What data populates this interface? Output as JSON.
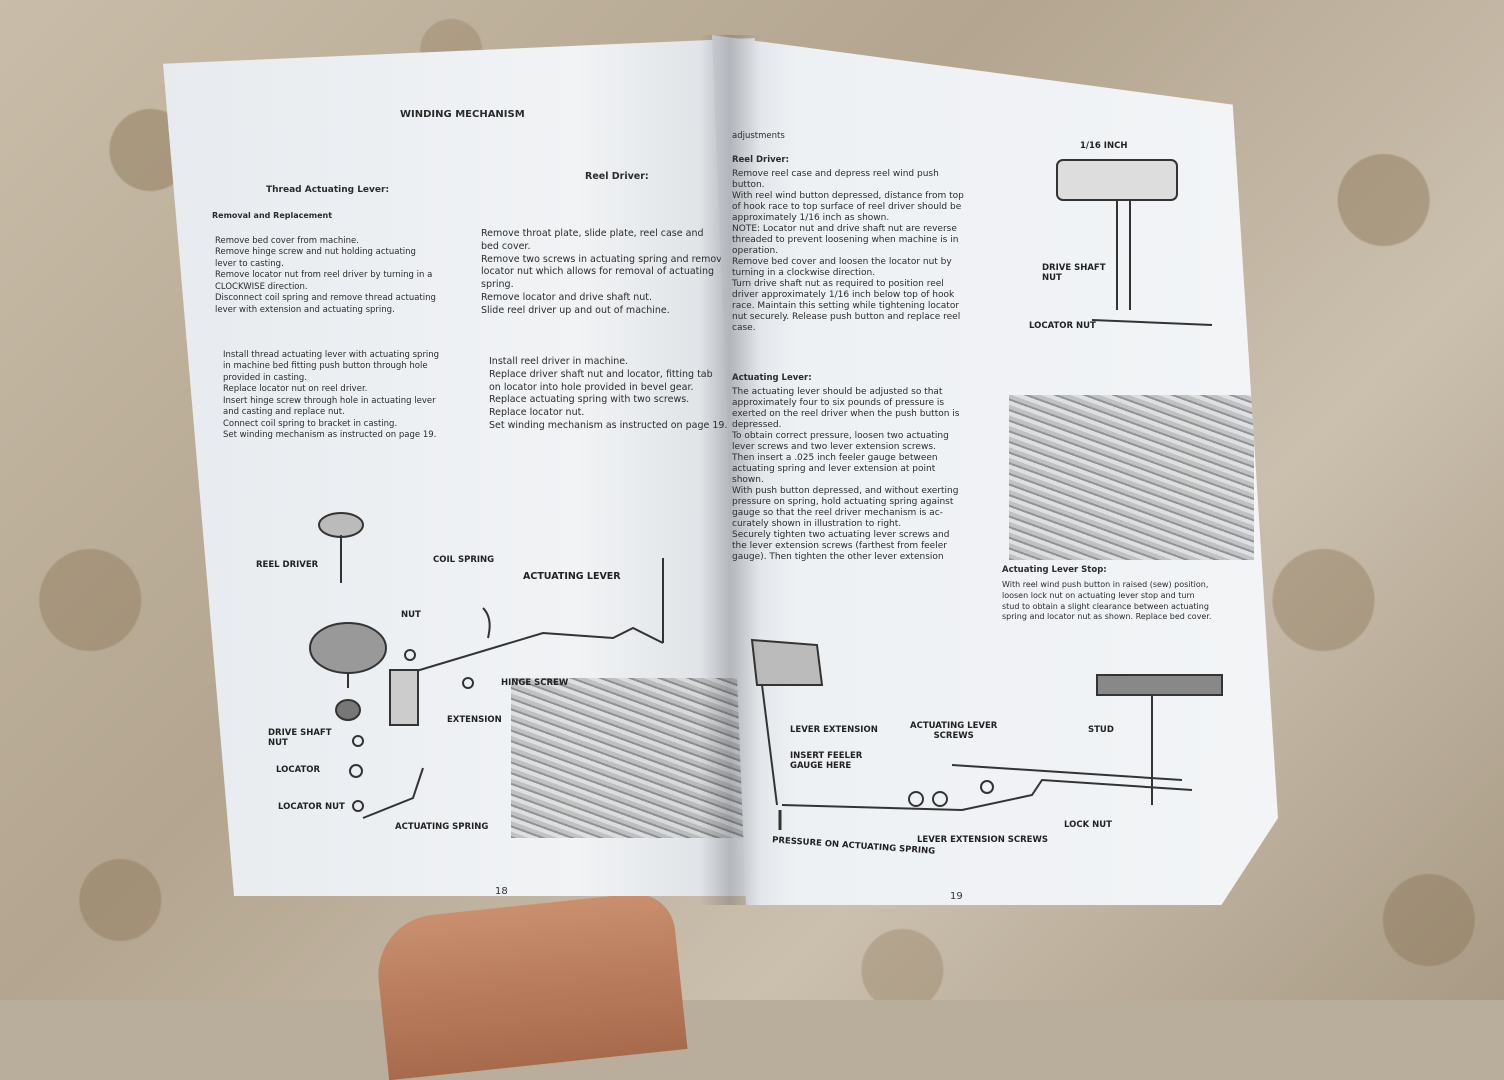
{
  "left_page": {
    "title": "WINDING MECHANISM",
    "col1_heading": "Thread Actuating Lever:",
    "col1_subheading": "Removal and Replacement",
    "col1_removal": "Remove bed cover from machine.\nRemove hinge screw and nut holding actuating\nlever to casting.\nRemove locator nut from reel driver by turning in a\nCLOCKWISE direction.\nDisconnect coil spring and remove thread actuating\nlever with extension and actuating spring.",
    "col1_install": "Install thread actuating lever with actuating spring\nin machine bed fitting push button through hole\nprovided in casting.\nReplace locator nut on reel driver.\nInsert hinge screw through hole in actuating lever\nand casting and replace nut.\nConnect coil spring to bracket in casting.\nSet winding mechanism as instructed on page 19.",
    "col2_heading": "Reel Driver:",
    "col2_removal": "Remove throat plate, slide plate, reel case and\nbed cover.\nRemove two screws in actuating spring and remove\nlocator nut which allows for removal of actuating\nspring.\nRemove locator and drive shaft nut.\nSlide reel driver up and out of machine.",
    "col2_install": "Install reel driver in machine.\nReplace driver shaft nut and locator, fitting tab\non locator into hole provided in bevel gear.\nReplace actuating spring with two screws.\nReplace locator nut.\nSet winding mechanism as instructed on page 19.",
    "labels": {
      "reel_driver": "REEL DRIVER",
      "coil_spring": "COIL SPRING",
      "actuating_lever": "ACTUATING LEVER",
      "nut": "NUT",
      "hinge_screw": "HINGE SCREW",
      "extension": "EXTENSION",
      "drive_shaft_nut": "DRIVE SHAFT\nNUT",
      "locator": "LOCATOR",
      "locator_nut": "LOCATOR NUT",
      "actuating_spring": "ACTUATING SPRING"
    },
    "page_number": "18"
  },
  "right_page": {
    "section": "adjustments",
    "reel_driver_heading": "Reel Driver:",
    "reel_driver_text": "Remove reel case and depress reel wind push\nbutton.\nWith reel wind button depressed, distance from top\nof hook race to top surface of reel driver should be\napproximately 1/16 inch as shown.\nNOTE: Locator nut and drive shaft nut are reverse\nthreaded to prevent loosening when machine is in\noperation.\nRemove bed cover and loosen the locator nut by\nturning in a clockwise direction.\nTurn drive shaft nut as required to position reel\ndriver approximately 1/16 inch below top of hook\nrace. Maintain this setting while tightening locator\nnut securely. Release push button and replace reel\ncase.",
    "actuating_lever_heading": "Actuating Lever:",
    "actuating_lever_text": "The actuating lever should be adjusted so that\napproximately four to six pounds of pressure is\nexerted on the reel driver when the push button is\ndepressed.\nTo obtain correct pressure, loosen two actuating\nlever screws and two lever extension screws.\nThen insert a .025 inch feeler gauge between\nactuating spring and lever extension at point\nshown.\nWith push button depressed, and without exerting\npressure on spring, hold actuating spring against\ngauge so that the reel driver mechanism is ac-\ncurately shown in illustration to right.\nSecurely tighten two actuating lever screws and\nthe lever extension screws (farthest from feeler\ngauge). Then tighten the other lever extension",
    "stop_heading": "Actuating Lever Stop:",
    "stop_text": "With reel wind push button in raised (sew) position,\nloosen lock nut on actuating lever stop and turn\nstud to obtain a slight clearance between actuating\nspring and locator nut as shown. Replace bed cover.",
    "labels": {
      "sixteenth_inch": "1/16 INCH",
      "drive_shaft_nut": "DRIVE SHAFT\nNUT",
      "locator_nut": "LOCATOR NUT",
      "lever_extension": "LEVER EXTENSION",
      "actuating_lever_screws": "ACTUATING LEVER\nSCREWS",
      "insert_feeler_gauge": "INSERT FEELER\nGAUGE HERE",
      "stud": "STUD",
      "lock_nut": "LOCK NUT",
      "lever_extension_screws": "LEVER EXTENSION SCREWS",
      "pressure": "PRESSURE ON ACTUATING SPRING"
    },
    "page_number": "19"
  }
}
